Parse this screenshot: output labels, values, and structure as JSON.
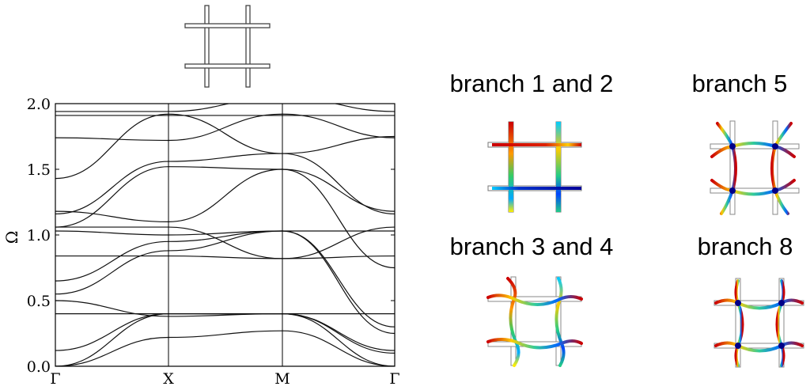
{
  "chart_data": {
    "type": "line",
    "x_ticks": [
      "Γ",
      "X",
      "M",
      "Γ"
    ],
    "ylabel": "Ω",
    "ylim": [
      0.0,
      2.0
    ],
    "y_ticks": [
      "0.0",
      "0.5",
      "1.0",
      "1.5",
      "2.0"
    ],
    "grid": false,
    "series": [
      {
        "values": [
          0.0,
          0.22,
          0.27,
          0.0
        ]
      },
      {
        "values": [
          0.0,
          0.4,
          0.4,
          0.0
        ]
      },
      {
        "values": [
          0.12,
          0.4,
          0.4,
          0.1
        ]
      },
      {
        "values": [
          0.5,
          0.38,
          0.4,
          0.12
        ]
      },
      {
        "values": [
          0.4,
          0.4,
          0.4,
          0.4
        ]
      },
      {
        "values": [
          0.55,
          0.88,
          1.03,
          0.25
        ]
      },
      {
        "values": [
          0.65,
          0.95,
          1.03,
          0.3
        ]
      },
      {
        "values": [
          0.84,
          0.84,
          0.82,
          0.84
        ]
      },
      {
        "values": [
          1.03,
          1.0,
          1.03,
          1.03
        ]
      },
      {
        "values": [
          1.06,
          1.06,
          0.82,
          1.06
        ]
      },
      {
        "values": [
          1.06,
          1.52,
          1.5,
          0.75
        ]
      },
      {
        "values": [
          1.16,
          1.56,
          1.62,
          1.16
        ]
      },
      {
        "values": [
          1.18,
          1.1,
          1.5,
          1.18
        ]
      },
      {
        "values": [
          1.43,
          1.92,
          1.62,
          1.75
        ]
      },
      {
        "values": [
          1.74,
          1.72,
          1.92,
          1.74
        ]
      },
      {
        "values": [
          1.91,
          1.91,
          1.91,
          1.91
        ]
      },
      {
        "values": [
          1.94,
          1.94,
          2.05,
          1.94
        ]
      }
    ]
  },
  "branch_labels": [
    "branch 1 and 2",
    "branch 5",
    "branch 3 and 4",
    "branch 8"
  ],
  "colors": {
    "axis": "#000000",
    "band": "#111111",
    "mode_high": "#cc0000",
    "mode_mid": "#33cc33",
    "mode_low": "#0000cc"
  }
}
